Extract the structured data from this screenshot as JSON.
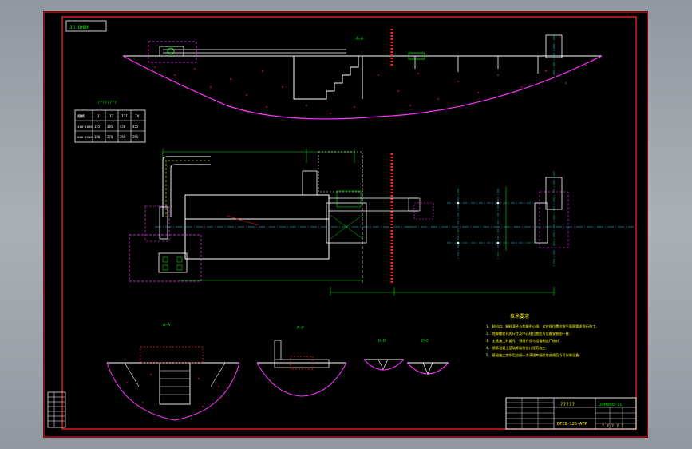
{
  "drawing": {
    "tag": "JG-BHBH",
    "colors": {
      "background": "#000000",
      "frame": "#ff2020",
      "ground": "#ff33ff",
      "structure": "#ffffff",
      "dimension": "#00e000",
      "centerline": "#00e5ff",
      "rebar": "#ffff00",
      "text_notes": "#ffff00"
    },
    "section_labels": {
      "top": "A—A",
      "bottom_1": "A—A",
      "bottom_2": "F—F",
      "bottom_3": "D—D",
      "bottom_4": "E—E"
    },
    "table": {
      "title": "????????",
      "header": [
        "规格",
        "I",
        "II",
        "III",
        "IV"
      ],
      "rows": [
        [
          "1400~1800",
          "155",
          "305",
          "450",
          "455"
        ],
        [
          "1800~2500",
          "180",
          "270",
          "255",
          "255"
        ]
      ]
    },
    "notes": {
      "title": "技术要求",
      "items": [
        "1. 卸料口、卸料溜子与车辆中心线、对应线位置应按平面图要求进行施工.",
        "2. 地脚螺栓孔的尺寸及中心线位置应与设备安装图一致.",
        "3. 土建施工时留孔、预埋件须与设备制造厂核对.",
        "4. 钢筋混凝土基础等级按设计规范施工.",
        "5. 基础施工完毕后应经一次清理并经验收合格后方可安装设备."
      ]
    },
    "title_block": {
      "title_a": "?????",
      "code_a": "JXHB00-1C",
      "code_b": "DTII-125-ATP",
      "title_b": "? ? ? ? ?"
    },
    "revision_rows": [
      "",
      "",
      "",
      "",
      "",
      "",
      ""
    ]
  }
}
